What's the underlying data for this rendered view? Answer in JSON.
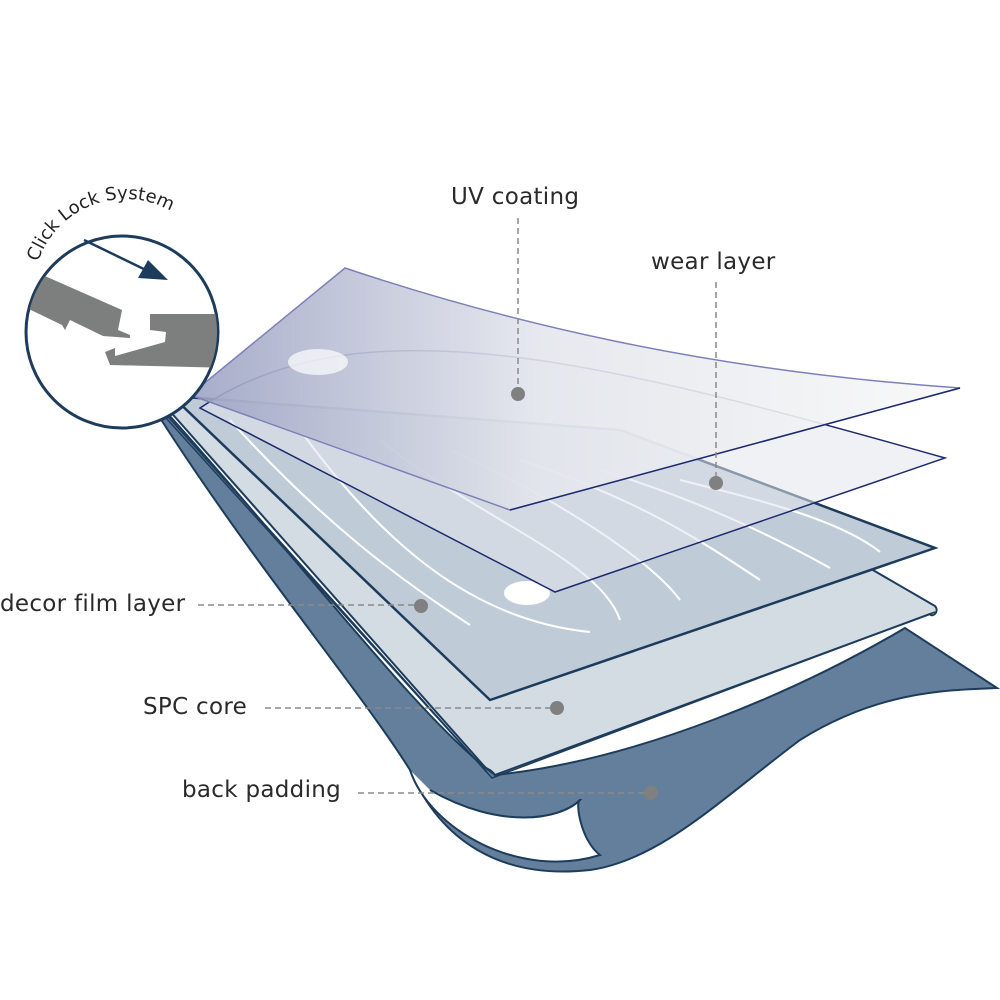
{
  "title": "SPC flooring layers",
  "labels": {
    "uv_coating": "UV coating",
    "wear_layer": "wear layer",
    "decor_film_layer": "decor film layer",
    "spc_core": "SPC core",
    "back_padding": "back padding"
  },
  "inset": {
    "title": "Click Lock System"
  },
  "colors": {
    "outline": "#1d3c5c",
    "back_padding": "#637f9b",
    "spc_core": "#d3dbe3",
    "decor_film": "#bfcbd7",
    "lock_profile": "#7d7e7e",
    "marker": "#808080"
  }
}
